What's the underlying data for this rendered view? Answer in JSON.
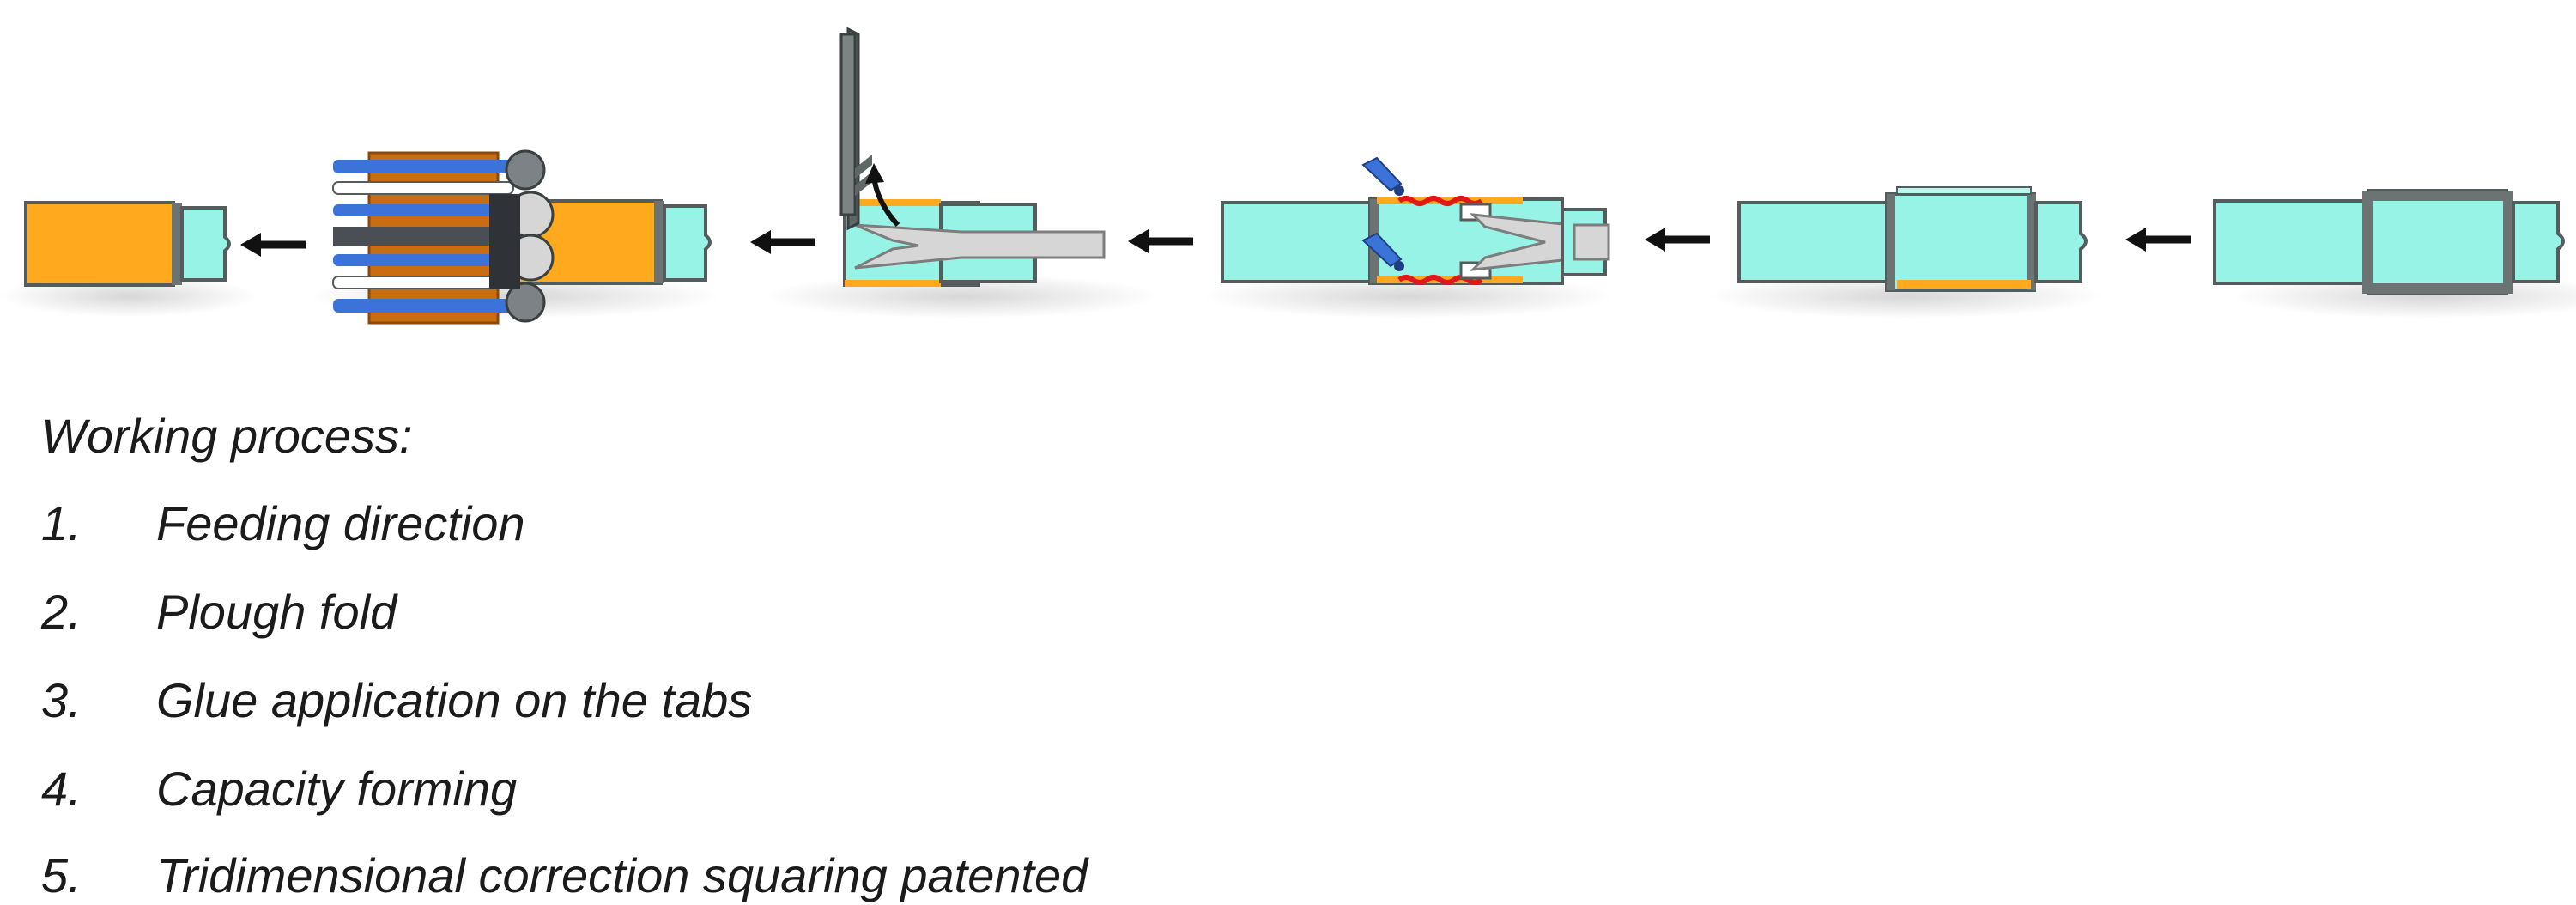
{
  "heading": "Working process:",
  "steps": [
    {
      "number": "1.",
      "text": "Feeding direction"
    },
    {
      "number": "2.",
      "text": "Plough fold"
    },
    {
      "number": "3.",
      "text": "Glue application on the tabs"
    },
    {
      "number": "4.",
      "text": "Capacity forming"
    },
    {
      "number": "5.",
      "text": "Tridimensional correction squaring patented"
    }
  ],
  "colors": {
    "carton": "#96f3e6",
    "folded": "#ffa91e",
    "edge": "#555c5c",
    "arrow": "#111111",
    "glue": "#e01818",
    "gun": "#3b73d9",
    "belt": "#c96d12",
    "plough": "#d6d6d6"
  },
  "icons": [
    "flow-arrow-icon",
    "glue-gun-icon",
    "plough-blade-icon",
    "squaring-unit-icon"
  ]
}
